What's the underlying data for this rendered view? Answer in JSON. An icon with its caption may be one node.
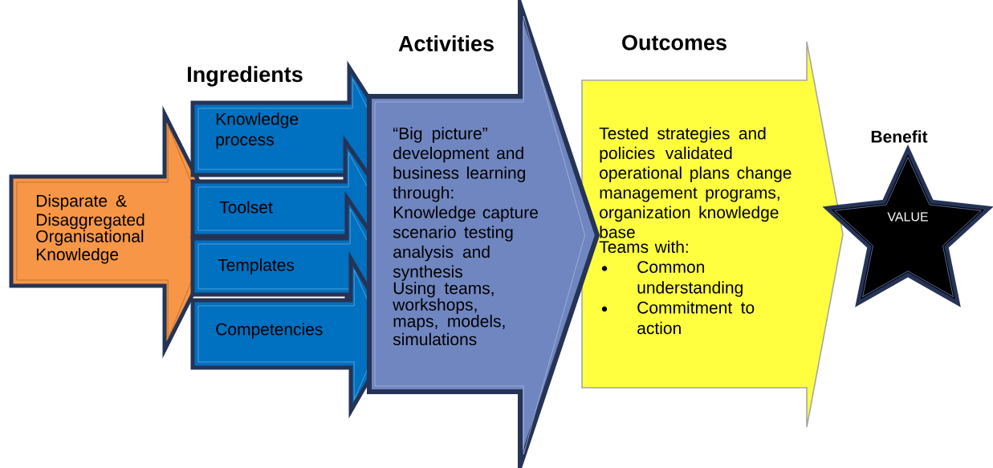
{
  "diagram": {
    "nodes": [
      {
        "text": [
          "Disparate & Disaggregated Organisational Knowledge"
        ]
      },
      {
        "text": [
          "Knowledge process"
        ]
      },
      {
        "text": [
          "Toolset"
        ]
      },
      {
        "text": [
          "Templates"
        ]
      },
      {
        "text": [
          "Competencies"
        ]
      },
      {
        "text": [
          "Activities",
          "“Big picture” development and business learning through:",
          "Knowledge capture scenario testing analysis and synthesis",
          "Using teams, workshops, maps, models, simulations"
        ]
      },
      {
        "text": [
          "Outcomes",
          "Tested strategies and policies validated operational plans change management programs, organization knowledge base",
          "Teams with:",
          "Common understanding",
          "Commitment to action"
        ]
      },
      {
        "text": [
          "Benefit",
          "VALUE"
        ]
      }
    ],
    "labels": [
      "Ingredients"
    ]
  }
}
